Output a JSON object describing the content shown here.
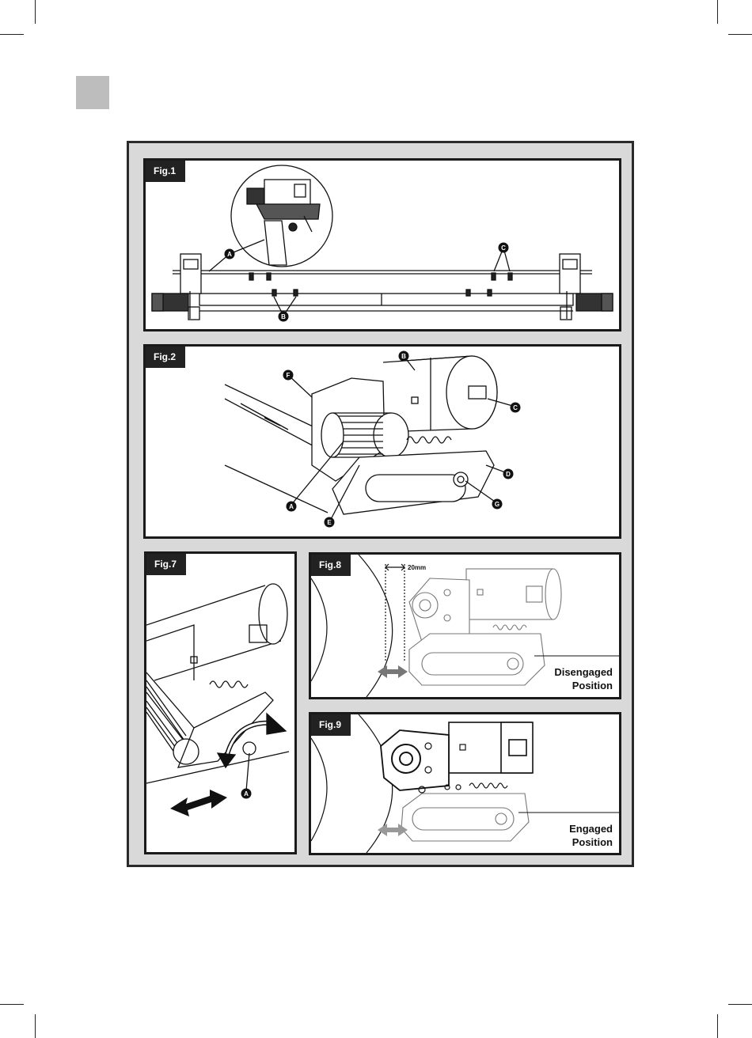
{
  "figures": {
    "fig1": {
      "label": "Fig.1",
      "callouts": [
        "A",
        "B",
        "C"
      ]
    },
    "fig2": {
      "label": "Fig.2",
      "callouts": [
        "A",
        "B",
        "C",
        "D",
        "E",
        "F",
        "G"
      ]
    },
    "fig7": {
      "label": "Fig.7",
      "callouts": [
        "A"
      ]
    },
    "fig8": {
      "label": "Fig.8",
      "dimension": "20mm",
      "position_line1": "Disengaged",
      "position_line2": "Position"
    },
    "fig9": {
      "label": "Fig.9",
      "position_line1": "Engaged",
      "position_line2": "Position"
    }
  },
  "colors": {
    "frame_bg": "#d9d9d9",
    "label_bg": "#222222",
    "tab": "#bdbdbd"
  }
}
